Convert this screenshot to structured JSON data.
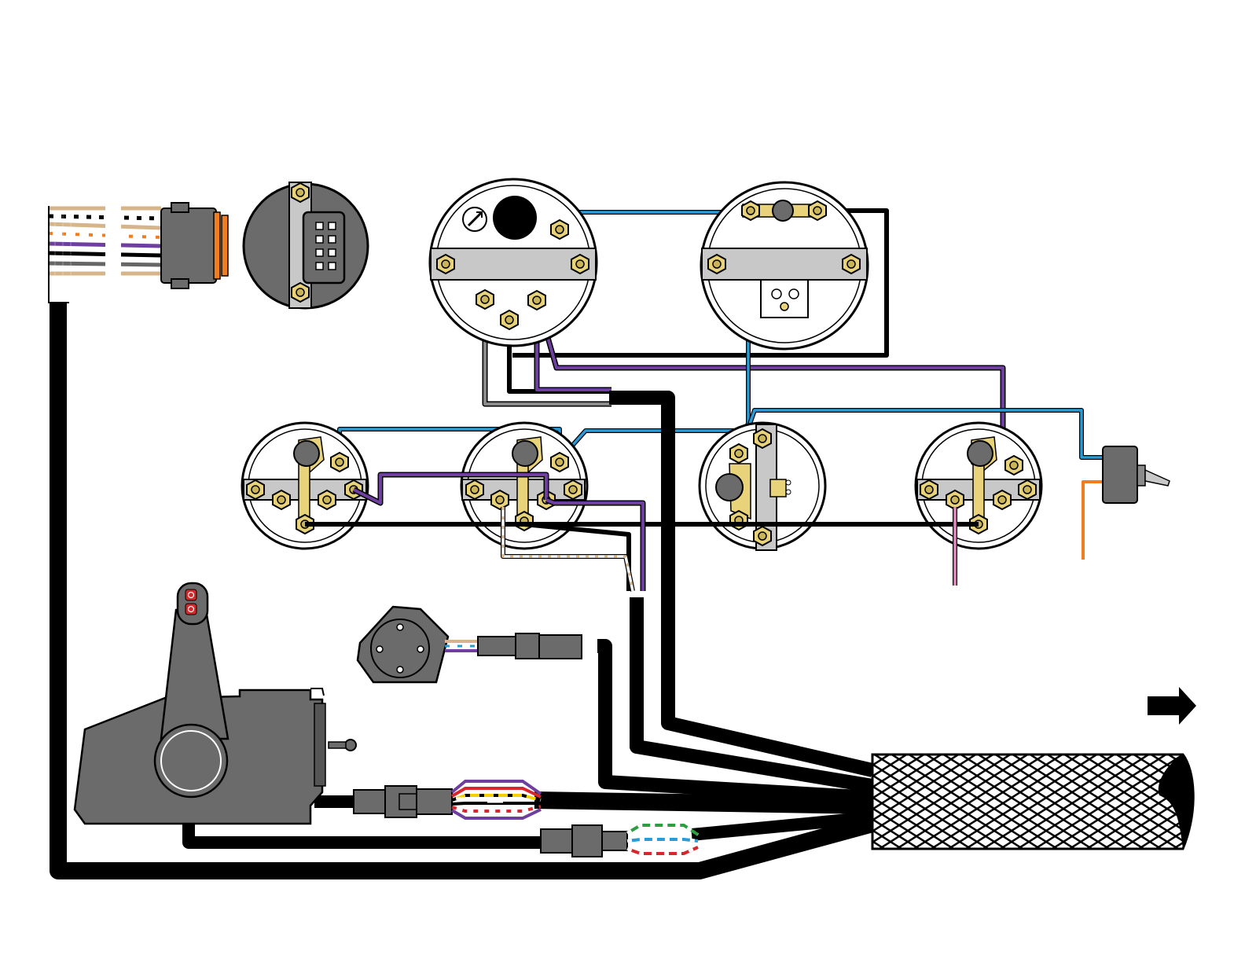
{
  "diagram": {
    "type": "marine instrument wiring diagram",
    "has_printed_text": false,
    "components": [
      {
        "id": "harness-plug",
        "icon": "harness-plug-icon"
      },
      {
        "id": "connector-face",
        "icon": "connector-face-icon",
        "pins": 8
      },
      {
        "id": "tachometer-gauge",
        "icon": "tachometer-icon"
      },
      {
        "id": "speedometer-gauge",
        "icon": "speedometer-icon"
      },
      {
        "id": "gauge-1",
        "icon": "gauge-icon"
      },
      {
        "id": "gauge-2",
        "icon": "gauge-icon"
      },
      {
        "id": "gauge-3",
        "icon": "gauge-icon"
      },
      {
        "id": "gauge-4",
        "icon": "gauge-icon"
      },
      {
        "id": "toggle-switch",
        "icon": "toggle-switch-icon"
      },
      {
        "id": "remote-control",
        "icon": "remote-control-icon"
      },
      {
        "id": "trim-sender",
        "icon": "sender-icon"
      },
      {
        "id": "braided-harness-sleeve",
        "icon": "sleeve-icon"
      },
      {
        "id": "direction-arrow",
        "icon": "right-arrow-icon"
      }
    ],
    "colors": {
      "black": "#000000",
      "gray": "#666666",
      "purple": "#6f3fa0",
      "blue": "#2a9bd6",
      "tan": "#d6b58a",
      "orange": "#ef7d22",
      "pink": "#e48cc1",
      "brass": "#e8d27a",
      "gauge_bg": "#ffffff",
      "body_gray": "#6b6b6b",
      "red": "#d6282b",
      "green": "#2e9e44"
    }
  }
}
